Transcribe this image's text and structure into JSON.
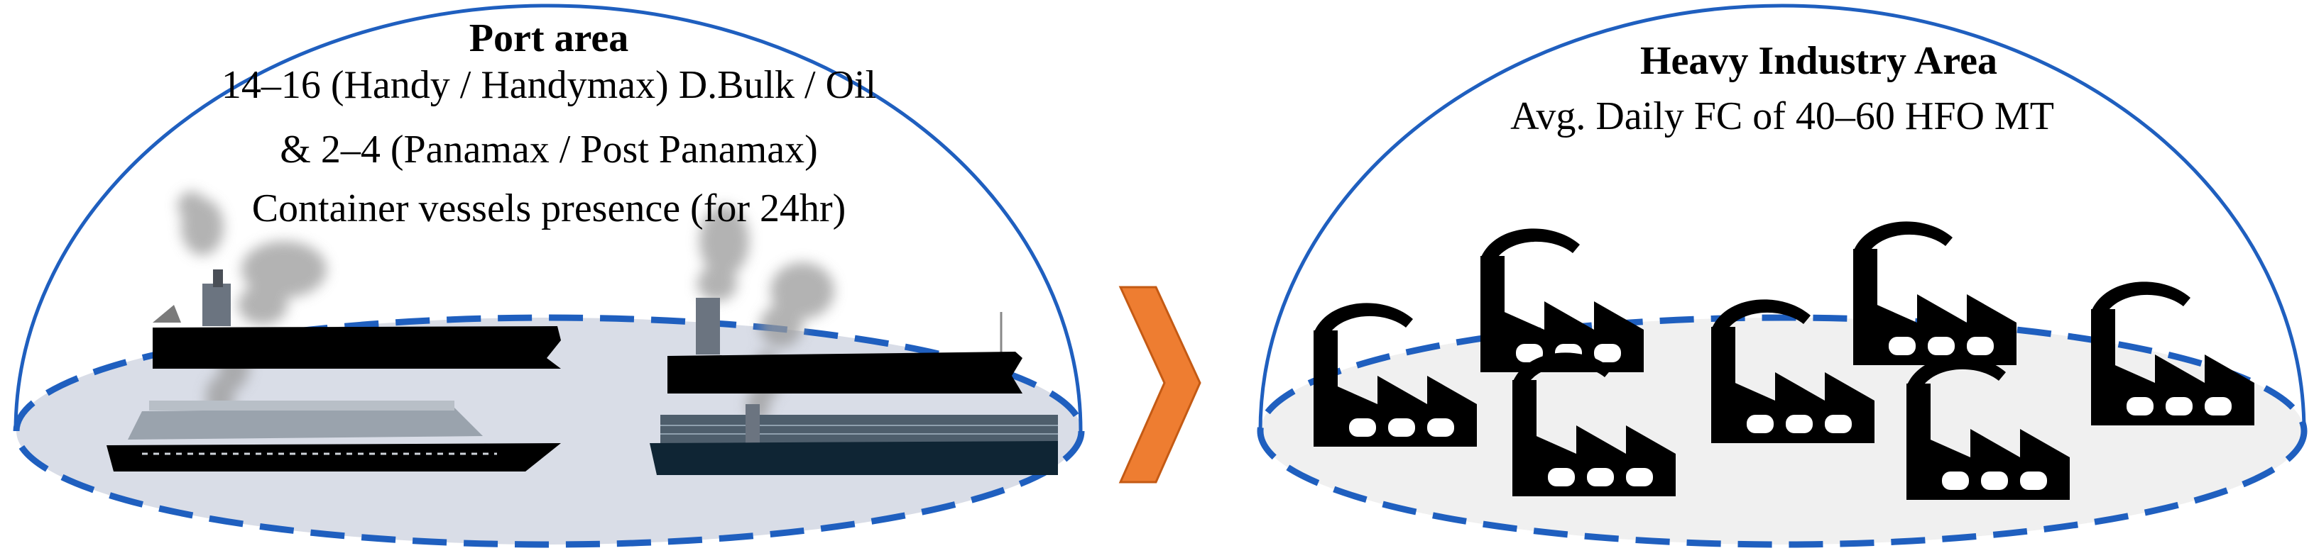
{
  "port": {
    "title": "Port area",
    "lines": [
      "14–16 (Handy / Handymax) D.Bulk / Oil",
      "& 2–4 (Panamax / Post Panamax)",
      "Container vessels presence (for 24hr)"
    ]
  },
  "industry": {
    "title": "Heavy Industry Area",
    "lines": [
      "Avg. Daily FC of 40–60 HFO MT"
    ]
  },
  "colors": {
    "dome": "#1f5fbf",
    "ellipse_dash": "#1f5fbf",
    "port_fill": "#d9dde7",
    "industry_fill": "#f0f0f0",
    "arrow": "#ee7d31",
    "ship": "#000000",
    "container_ship": "#0f2534",
    "smoke": "#9a9a9a",
    "factory": "#000000"
  },
  "icons": {
    "ships": [
      "bulk-carrier-icon",
      "oil-tanker-icon",
      "cruise-ship-icon",
      "container-ship-icon"
    ],
    "factory": "factory-icon",
    "arrow": "chevron-right-icon"
  }
}
